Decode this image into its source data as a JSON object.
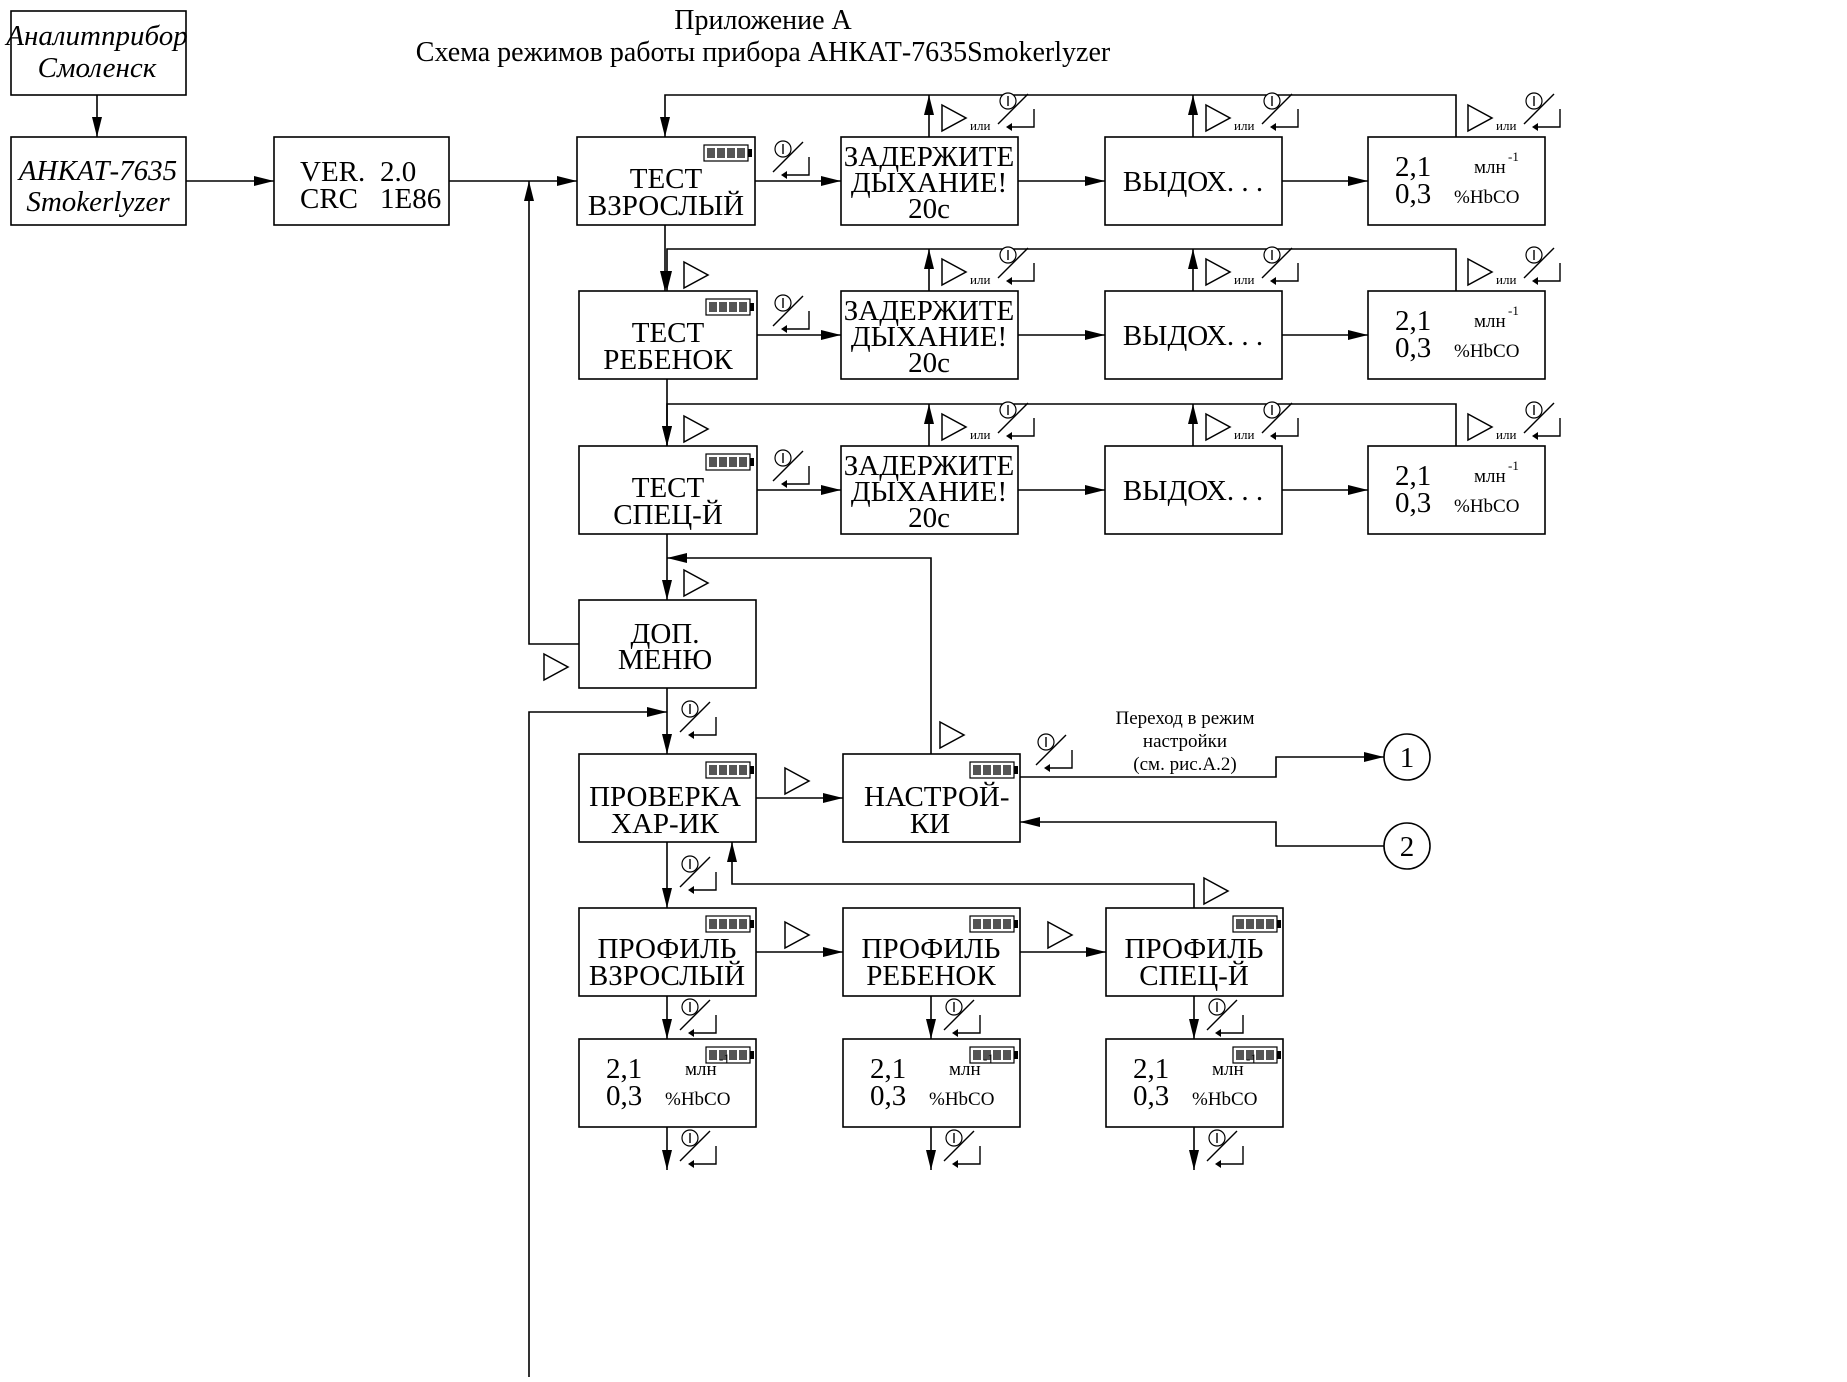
{
  "header": {
    "line1": "Приложение А",
    "line2": "Схема режимов работы прибора АНКАТ-7635Smokerlyzer"
  },
  "boot": {
    "maker_1": "Аналитприбор",
    "maker_2": "Смоленск",
    "model_1": "АНКАТ-7635",
    "model_2": "Smokerlyzer",
    "ver_label": "VER.",
    "ver_value": "2.0",
    "crc_label": "CRC",
    "crc_value": "1E86"
  },
  "tests": [
    {
      "line1": "ТЕСТ",
      "line2": "ВЗРОСЛЫЙ"
    },
    {
      "line1": "ТЕСТ",
      "line2": "РЕБЕНОК"
    },
    {
      "line1": "ТЕСТ",
      "line2": "СПЕЦ-Й"
    }
  ],
  "hold": {
    "line1": "ЗАДЕРЖИТЕ",
    "line2": "ДЫХАНИЕ!",
    "line3": "20с"
  },
  "exhale": "ВЫДОХ. . .",
  "result": {
    "val1": "2,1",
    "unit1": "млн",
    "unit1_sup": "-1",
    "val2": "0,3",
    "unit2": "%HbCO"
  },
  "or_label": "или",
  "extra_menu": {
    "line1": "ДОП.",
    "line2": "МЕНЮ"
  },
  "check": {
    "line1": "ПРОВЕРКА",
    "line2": "ХАР-ИК"
  },
  "settings": {
    "line1": "НАСТРОЙ-",
    "line2": "КИ"
  },
  "settings_note": {
    "line1": "Переход в режим",
    "line2": "настройки",
    "line3": "(см. рис.А.2)"
  },
  "connectors": [
    "1",
    "2"
  ],
  "profiles": [
    {
      "line1": "ПРОФИЛЬ",
      "line2": "ВЗРОСЛЫЙ"
    },
    {
      "line1": "ПРОФИЛЬ",
      "line2": "РЕБЕНОК"
    },
    {
      "line1": "ПРОФИЛЬ",
      "line2": "СПЕЦ-Й"
    }
  ],
  "icons": [
    "battery-icon",
    "next-button-icon",
    "enter-button-icon",
    "arrow-icon"
  ]
}
